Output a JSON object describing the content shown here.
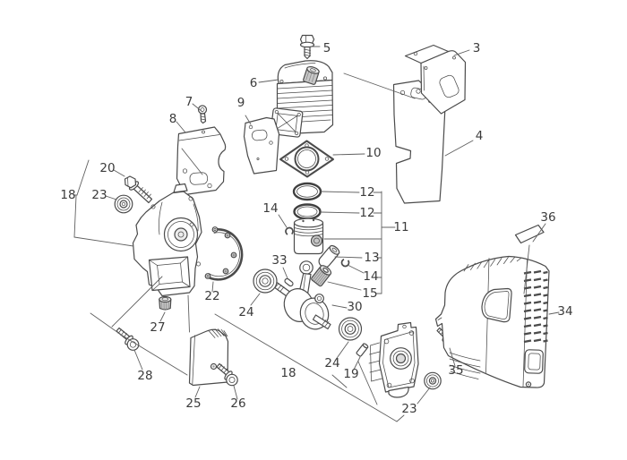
{
  "figure": {
    "kind": "exploded parts diagram",
    "background_color": "#ffffff",
    "line_color": "#4b4b4b",
    "label_color": "#3b3b3b"
  },
  "callouts": [
    {
      "number": "5"
    },
    {
      "number": "3"
    },
    {
      "number": "6"
    },
    {
      "number": "7"
    },
    {
      "number": "9"
    },
    {
      "number": "8"
    },
    {
      "number": "4"
    },
    {
      "number": "10"
    },
    {
      "number": "20"
    },
    {
      "number": "18"
    },
    {
      "number": "23"
    },
    {
      "number": "12"
    },
    {
      "number": "14"
    },
    {
      "number": "12"
    },
    {
      "number": "11"
    },
    {
      "number": "36"
    },
    {
      "number": "13"
    },
    {
      "number": "33"
    },
    {
      "number": "14"
    },
    {
      "number": "15"
    },
    {
      "number": "22"
    },
    {
      "number": "30"
    },
    {
      "number": "24"
    },
    {
      "number": "34"
    },
    {
      "number": "27"
    },
    {
      "number": "24"
    },
    {
      "number": "35"
    },
    {
      "number": "18"
    },
    {
      "number": "19"
    },
    {
      "number": "28"
    },
    {
      "number": "25"
    },
    {
      "number": "26"
    },
    {
      "number": "23"
    }
  ]
}
